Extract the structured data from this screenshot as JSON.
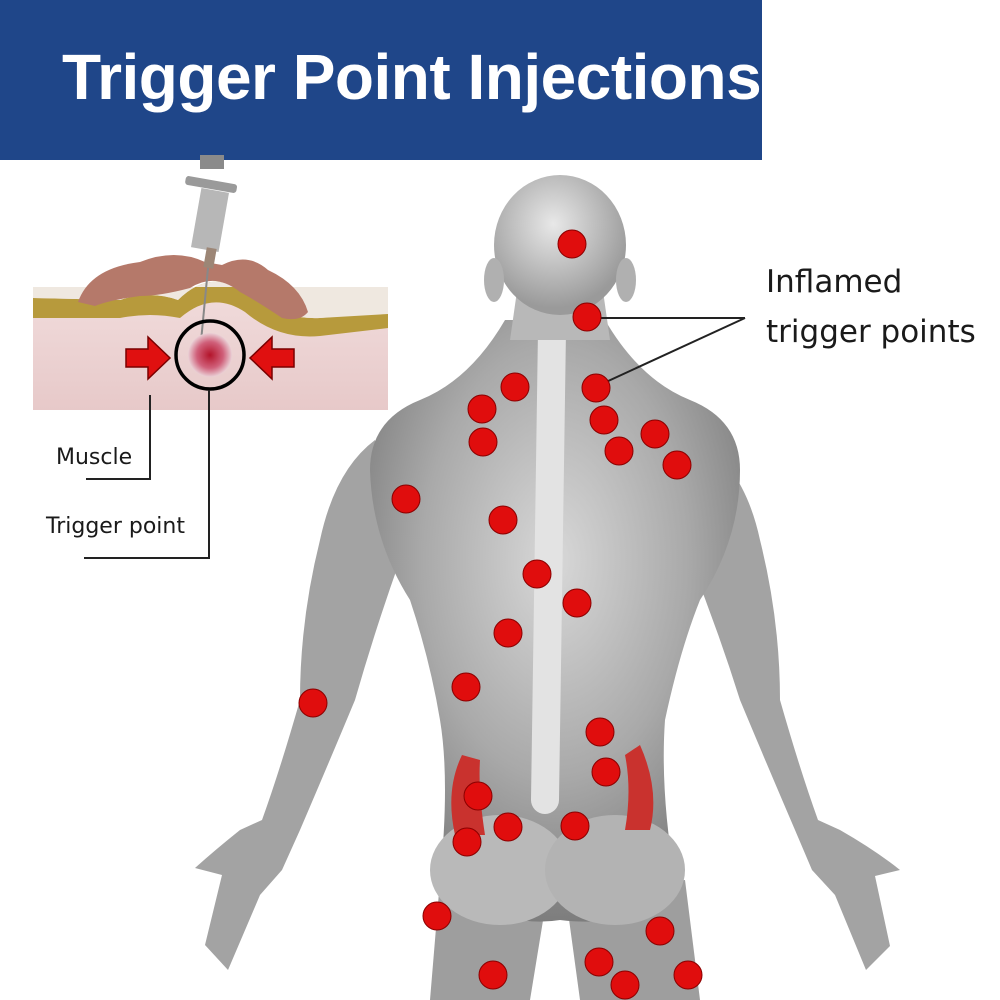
{
  "title": "Trigger Point Injections",
  "colors": {
    "banner": "#1f4689",
    "trigger_dot": "#e00d0d",
    "arrow": "#e01010",
    "body_gray": "#a8a8a8"
  },
  "annotations": {
    "inflamed_line1": "Inflamed",
    "inflamed_line2": "trigger points",
    "muscle": "Muscle",
    "trigger_point": "Trigger point"
  },
  "icons": [
    "syringe-icon",
    "finger-icon",
    "press-arrow-icon"
  ],
  "trigger_point_count": 31
}
